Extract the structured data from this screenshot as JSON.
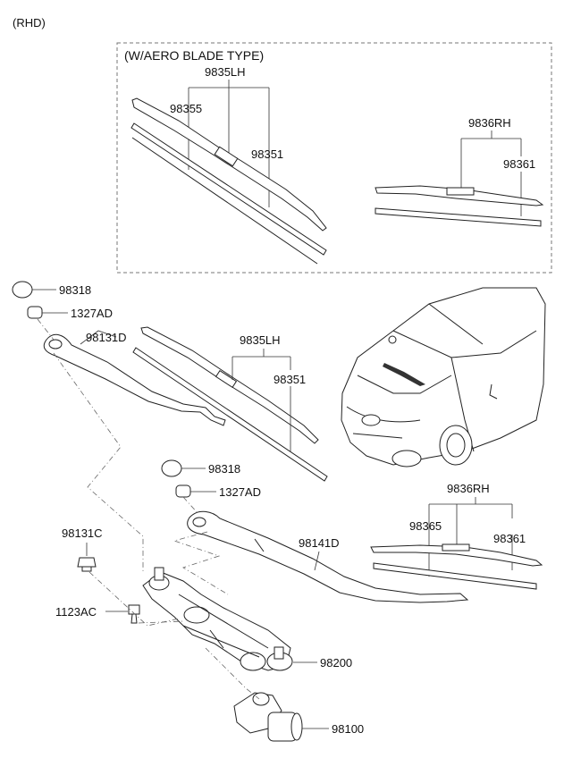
{
  "header": {
    "variant": "(RHD)"
  },
  "aero_box": {
    "title": "(W/AERO BLADE TYPE)",
    "lh_assembly": "9835LH",
    "lh_part_a": "98355",
    "lh_part_b": "98351",
    "rh_assembly": "9836RH",
    "rh_part": "98361"
  },
  "parts": {
    "cap_upper": "98318",
    "nut_upper": "1327AD",
    "arm_lh": "98131D",
    "blade_lh_assembly": "9835LH",
    "blade_lh_insert": "98351",
    "cap_lower": "98318",
    "nut_lower": "1327AD",
    "blade_rh_assembly": "9836RH",
    "blade_rh_part_a": "98365",
    "blade_rh_part_b": "98361",
    "arm_rh": "98141D",
    "pivot_cap": "98131C",
    "bolt": "1123AC",
    "linkage": "98200",
    "motor": "98100"
  }
}
